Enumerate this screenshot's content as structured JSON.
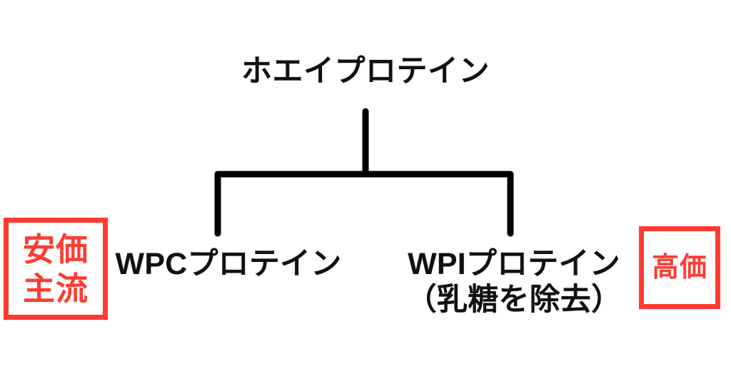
{
  "diagram": {
    "type": "tree",
    "background_color": "#ffffff",
    "line_color": "#000000",
    "text_color": "#111111",
    "accent_color": "#ff3b30",
    "root": {
      "label": "ホエイプロテイン"
    },
    "children": [
      {
        "id": "wpc",
        "title": "WPCプロテイン",
        "subtitle": ""
      },
      {
        "id": "wpi",
        "title": "WPIプロテイン",
        "subtitle": "（乳糖を除去）"
      }
    ],
    "annotations": [
      {
        "id": "cheap",
        "position": "left",
        "lines": [
          "安価",
          "主流"
        ],
        "color": "#ff3b30"
      },
      {
        "id": "expensive",
        "position": "right",
        "lines": [
          "高価"
        ],
        "color": "#ff3b30"
      }
    ]
  }
}
